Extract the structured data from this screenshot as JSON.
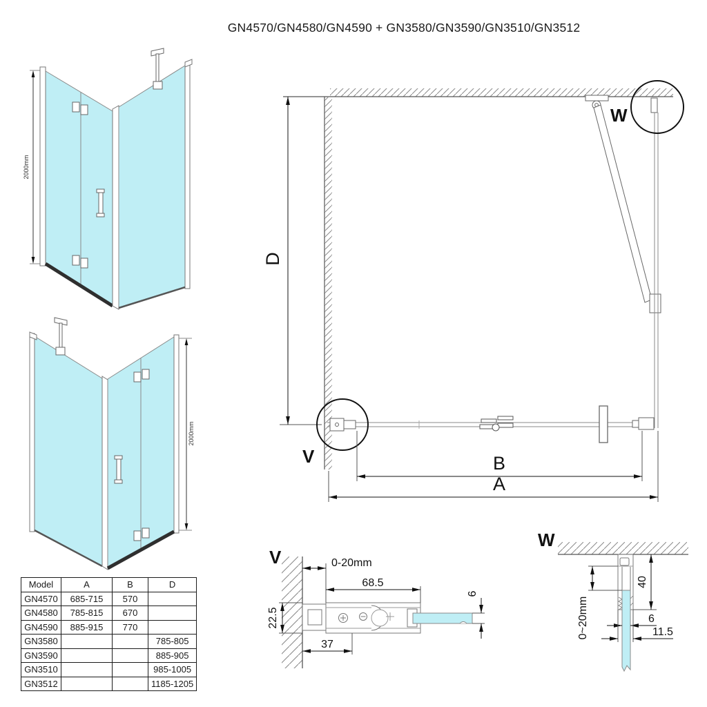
{
  "title": "GN4570/GN4580/GN4590 + GN3580/GN3590/GN3510/GN3512",
  "colors": {
    "glass": "#bfeef5",
    "outline": "#777777",
    "dimension": "#1a1a1a"
  },
  "iso_views": {
    "front": {
      "height_dim": "2000mm"
    },
    "reverse": {
      "height_dim": "2000mm"
    }
  },
  "plan_view": {
    "depth_dim": "D",
    "door_width_dim": "B",
    "total_width_dim": "A",
    "detail_v_label": "V",
    "detail_w_label": "W"
  },
  "detail_v": {
    "title": "V",
    "wall_gap_dim": "0-20mm",
    "profile_length_dim": "68.5",
    "profile_depth_dim": "22.5",
    "wall_profile_dim": "37",
    "glass_thickness_dim": "6"
  },
  "detail_w": {
    "title": "W",
    "bracket_height_dim": "40",
    "adjustment_dim": "0~20mm",
    "glass_thickness_dim": "6",
    "profile_width_dim": "11.5"
  },
  "table": {
    "headers": [
      "Model",
      "A",
      "B",
      "D"
    ],
    "rows": [
      [
        "GN4570",
        "685-715",
        "570",
        ""
      ],
      [
        "GN4580",
        "785-815",
        "670",
        ""
      ],
      [
        "GN4590",
        "885-915",
        "770",
        ""
      ],
      [
        "GN3580",
        "",
        "",
        "785-805"
      ],
      [
        "GN3590",
        "",
        "",
        "885-905"
      ],
      [
        "GN3510",
        "",
        "",
        "985-1005"
      ],
      [
        "GN3512",
        "",
        "",
        "1185-1205"
      ]
    ]
  }
}
